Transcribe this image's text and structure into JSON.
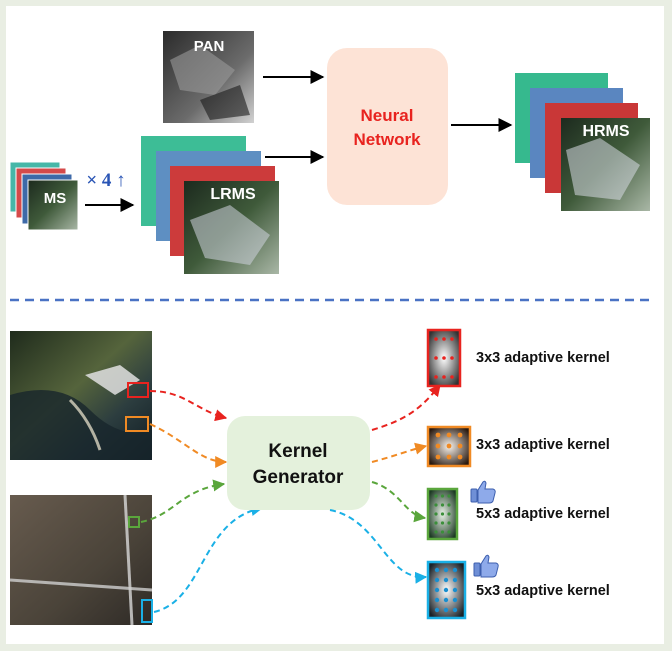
{
  "top": {
    "pan_label": "PAN",
    "ms_label": "MS",
    "upsample_label": "× 4 ↑",
    "lrms_label": "LRMS",
    "network_label_line1": "Neural",
    "network_label_line2": "Network",
    "hrms_label": "HRMS"
  },
  "bottom": {
    "generator_line1": "Kernel",
    "generator_line2": "Generator",
    "kernels": [
      {
        "label": "3x3 adaptive kernel",
        "color": "#e8231f",
        "thumbs_up": false
      },
      {
        "label": "3x3 adaptive kernel",
        "color": "#f08a24",
        "thumbs_up": false
      },
      {
        "label": "5x3 adaptive kernel",
        "color": "#5aa63c",
        "thumbs_up": true
      },
      {
        "label": "5x3 adaptive kernel",
        "color": "#1ab0e6",
        "thumbs_up": true
      }
    ]
  },
  "colors": {
    "network_fill": "#fde3d6",
    "network_text": "#e8231f",
    "generator_fill": "#e4f1dc",
    "divider": "#4a72c4"
  }
}
